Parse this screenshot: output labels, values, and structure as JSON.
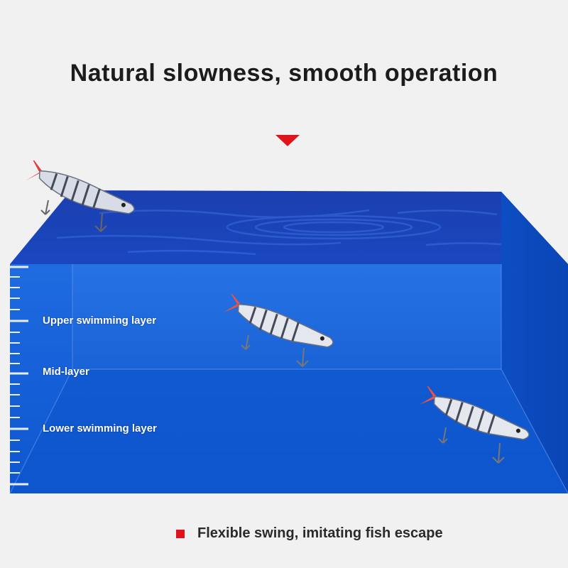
{
  "headline": "Natural slowness, smooth operation",
  "layers": {
    "upper": "Upper swimming layer",
    "mid": "Mid-layer",
    "lower": "Lower swimming layer"
  },
  "caption": "Flexible swing, imitating fish escape",
  "colors": {
    "accent": "#e0141b",
    "water_front": "#0f5fd0",
    "water_top": "#1741b8",
    "water_side": "#0b4fc4",
    "headline_text": "#1c1c1c"
  },
  "icons": {
    "marker": "down-triangle-icon",
    "bullet": "square-bullet-icon"
  }
}
